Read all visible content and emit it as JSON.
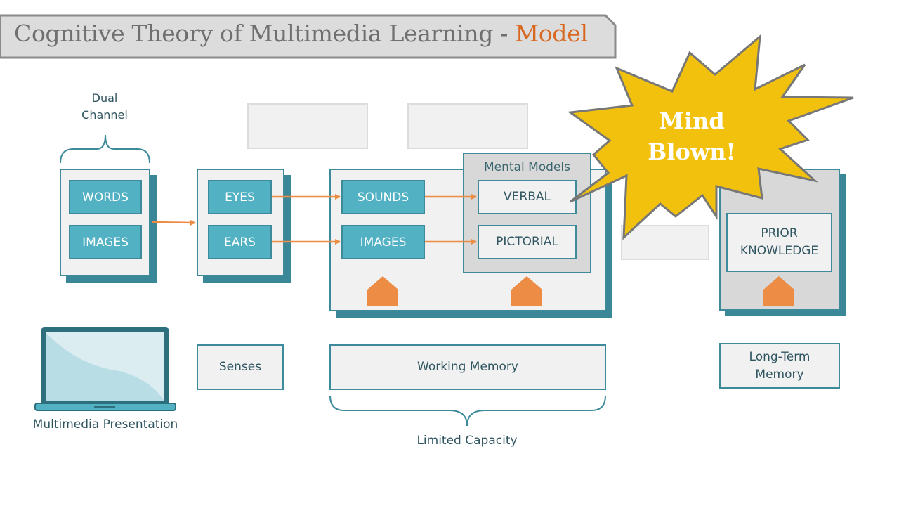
{
  "title": {
    "main": "Cognitive Theory of Multimedia Learning - ",
    "accent": "Model",
    "accent_color": "#d8681f"
  },
  "colors": {
    "teal": "#53b1c4",
    "teal_dark": "#3a8797",
    "orange": "#ec8c45",
    "burst_yellow": "#f2c10e",
    "panel_bg": "#f1f1f1",
    "gray_panel": "#d8d8d8"
  },
  "dual_channel": {
    "label_line1": "Dual",
    "label_line2": "Channel"
  },
  "presentation": {
    "items": [
      "WORDS",
      "IMAGES"
    ],
    "icon": "laptop-icon",
    "caption": "Multimedia Presentation"
  },
  "senses": {
    "items": [
      "EYES",
      "EARS"
    ],
    "caption": "Senses"
  },
  "working_memory": {
    "items": [
      "SOUNDS",
      "IMAGES"
    ],
    "mental_models": {
      "label": "Mental Models",
      "items": [
        "VERBAL",
        "PICTORIAL"
      ]
    },
    "caption": "Working Memory",
    "brace_label": "Limited Capacity"
  },
  "long_term_memory": {
    "item_line1": "PRIOR",
    "item_line2": "KNOWLEDGE",
    "caption_line1": "Long-Term",
    "caption_line2": "Memory"
  },
  "burst": {
    "line1": "Mind",
    "line2": "Blown!"
  }
}
